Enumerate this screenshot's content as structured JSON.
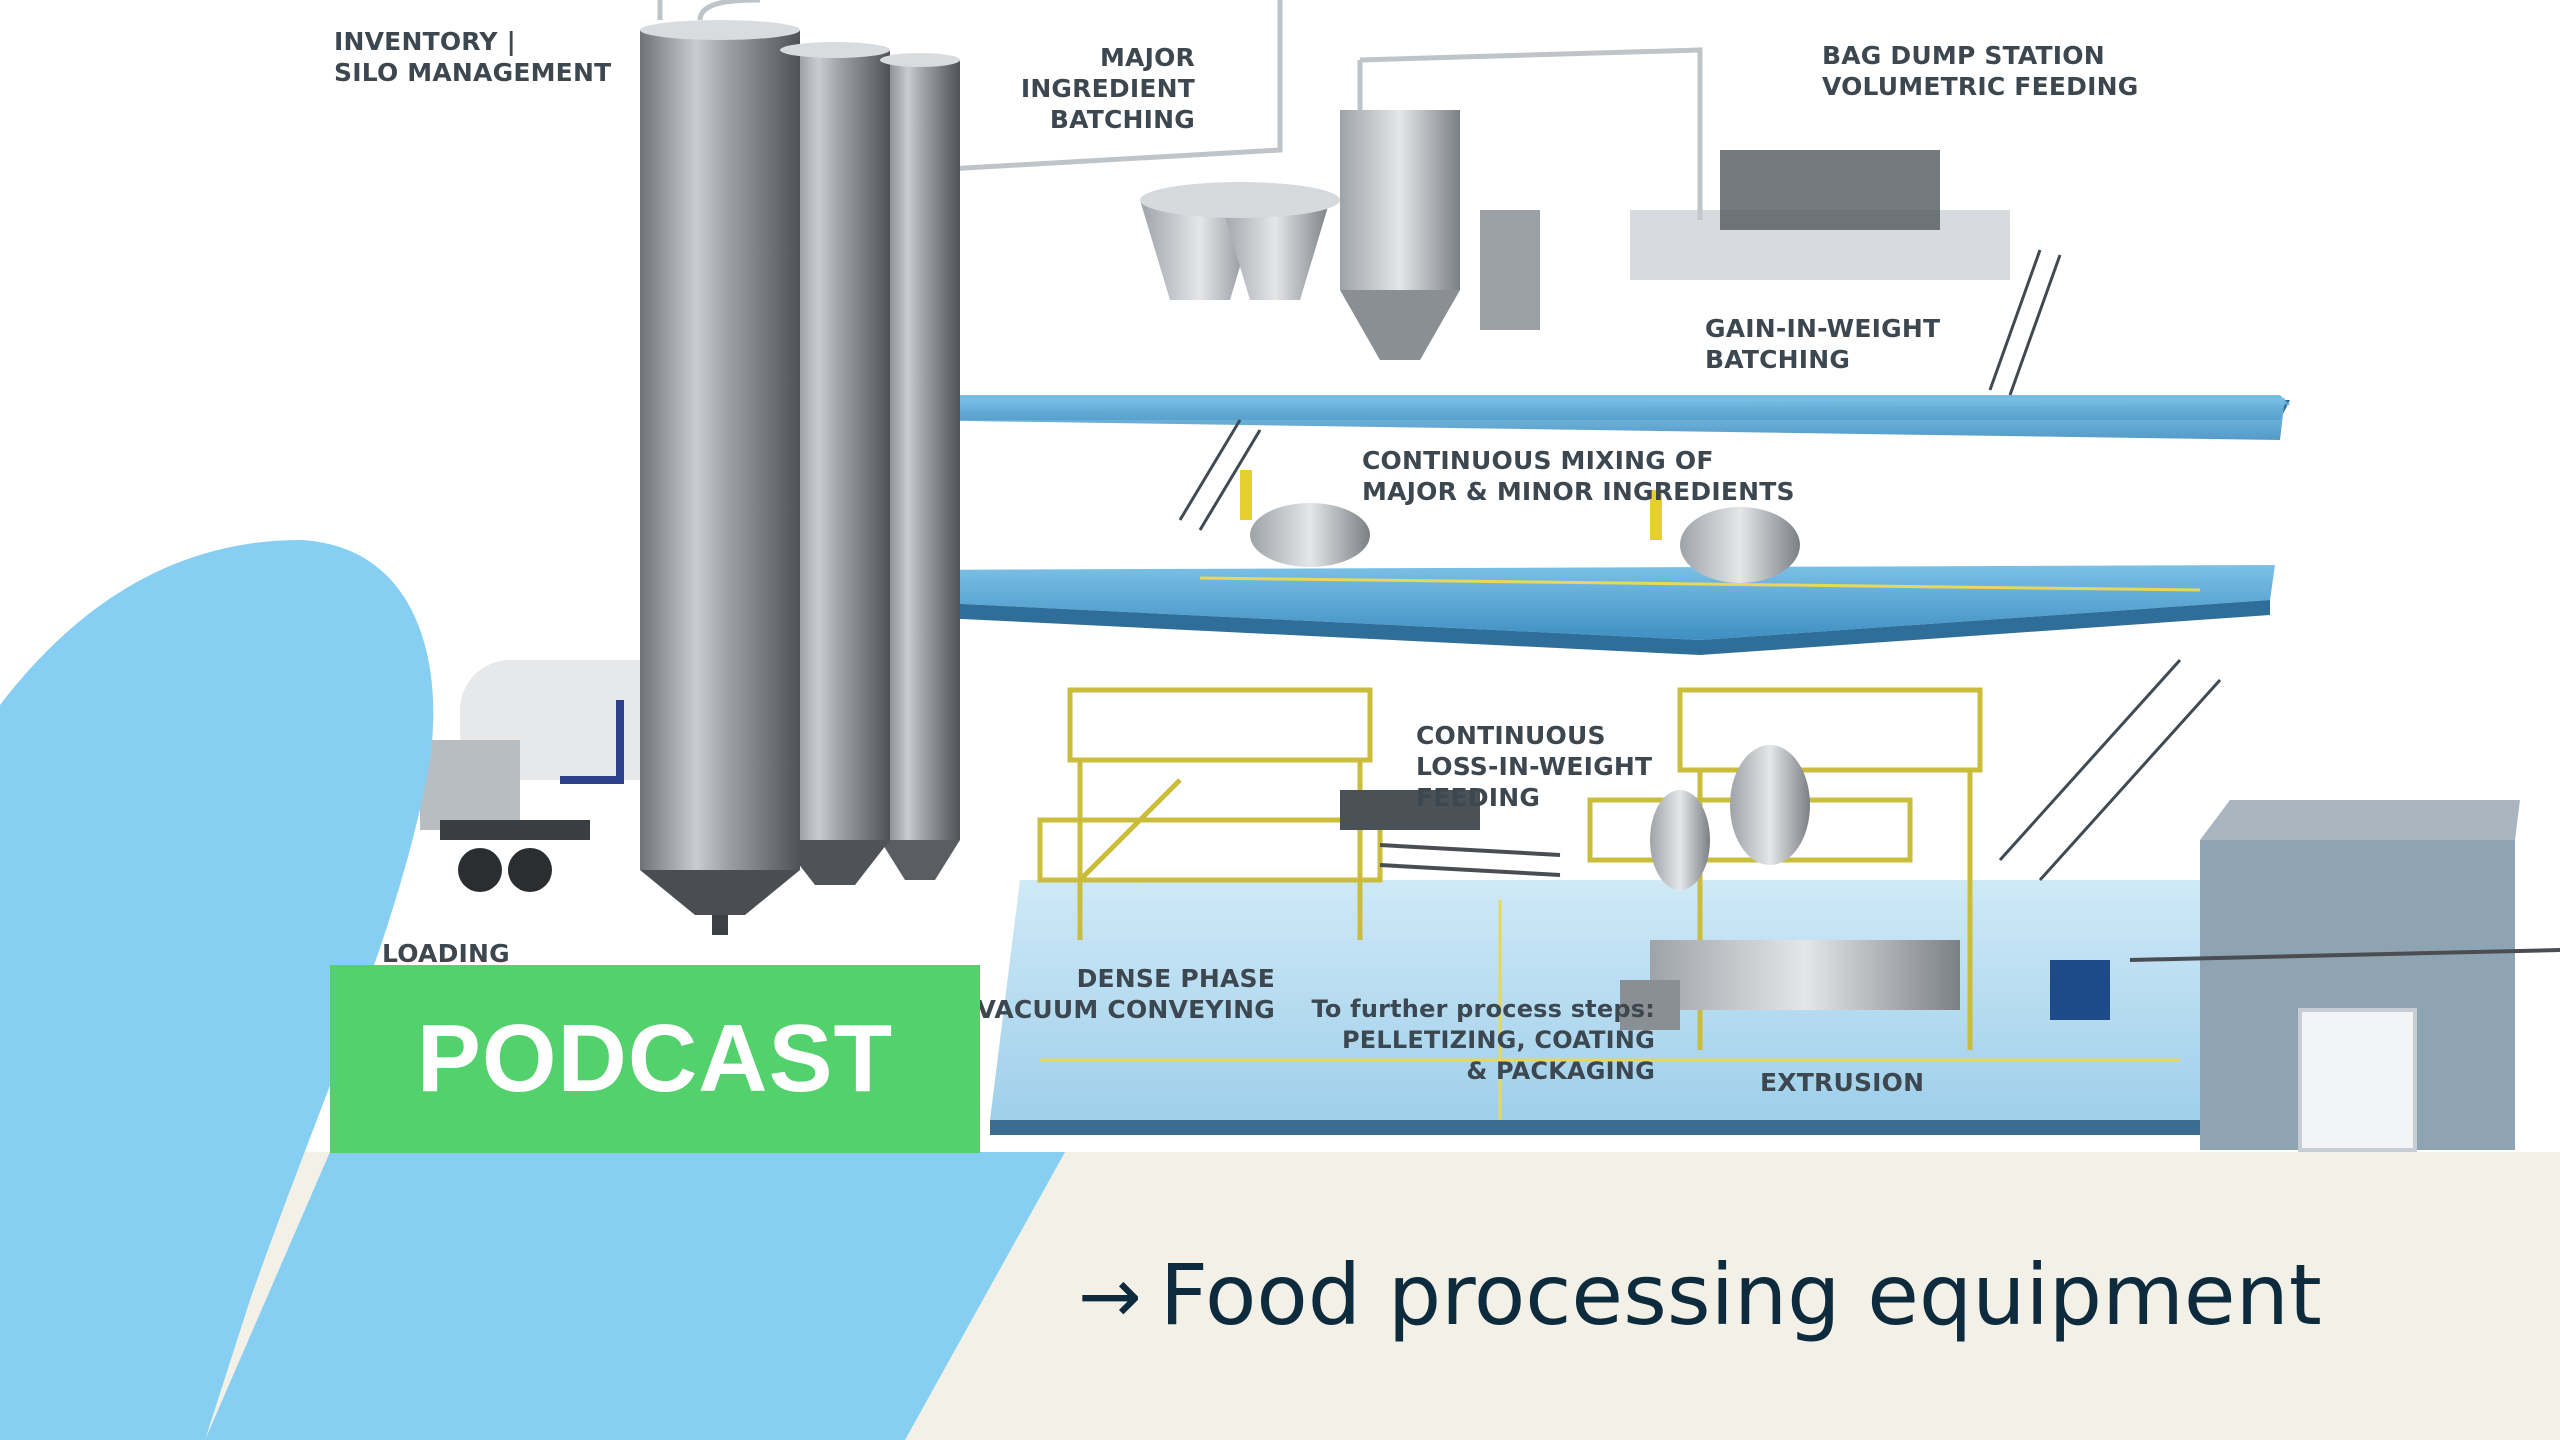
{
  "labels": {
    "inventory": "INVENTORY |\nSILO MANAGEMENT",
    "major_batching": "MAJOR\nINGREDIENT\nBATCHING",
    "bag_dump": "BAG DUMP STATION\nVOLUMETRIC FEEDING",
    "gain_in_weight": "GAIN-IN-WEIGHT\nBATCHING",
    "continuous_mixing": "CONTINUOUS MIXING OF\nMAJOR & MINOR INGREDIENTS",
    "loss_in_weight": "CONTINUOUS\nLOSS-IN-WEIGHT\nFEEDING",
    "loading": "LOADING",
    "dense_phase": "DENSE PHASE\nVACUUM CONVEYING",
    "further_process": "To further process steps:\nPELLETIZING, COATING\n& PACKAGING",
    "extrusion": "EXTRUSION"
  },
  "badge": {
    "text": "PODCAST"
  },
  "title": {
    "arrow": "→",
    "text": "Food processing equipment"
  },
  "colors": {
    "swoosh_blue": "#86cff3",
    "badge_green": "#52d16c",
    "band_cream": "#f3f1e7",
    "title_navy": "#0d2b3d",
    "floor_blue": "#5ba4d2"
  }
}
